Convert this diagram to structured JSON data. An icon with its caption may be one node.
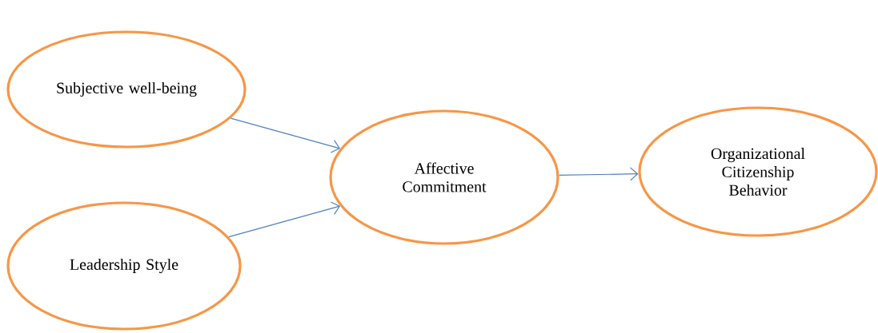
{
  "diagram": {
    "nodes": [
      {
        "text": [
          "Subjective well-being"
        ]
      },
      {
        "text": [
          "Leadership Style"
        ]
      },
      {
        "text": [
          "Affective Commitment"
        ]
      },
      {
        "text": [
          "Organizational Citizenship Behavior"
        ]
      }
    ],
    "edges": [
      {
        "from": 0,
        "to": 2,
        "arrow": "to"
      },
      {
        "from": 1,
        "to": 2,
        "arrow": "to"
      },
      {
        "from": 2,
        "to": 3,
        "arrow": "to"
      }
    ]
  }
}
